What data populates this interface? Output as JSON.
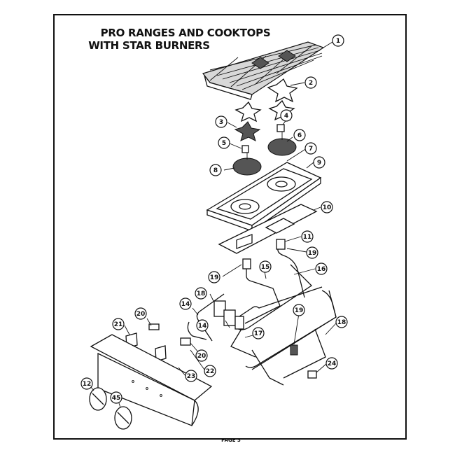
{
  "title_line1": "PRO RANGES AND COOKTOPS",
  "title_line2": "WITH STAR BURNERS",
  "footer": "PAGE 3",
  "callouts": [
    "1",
    "2",
    "3",
    "4",
    "5",
    "6",
    "7",
    "8",
    "9",
    "10",
    "11",
    "19",
    "19",
    "15",
    "16",
    "18",
    "14",
    "20",
    "21",
    "14",
    "17",
    "19",
    "18",
    "20",
    "22",
    "23",
    "24",
    "12",
    "45"
  ]
}
